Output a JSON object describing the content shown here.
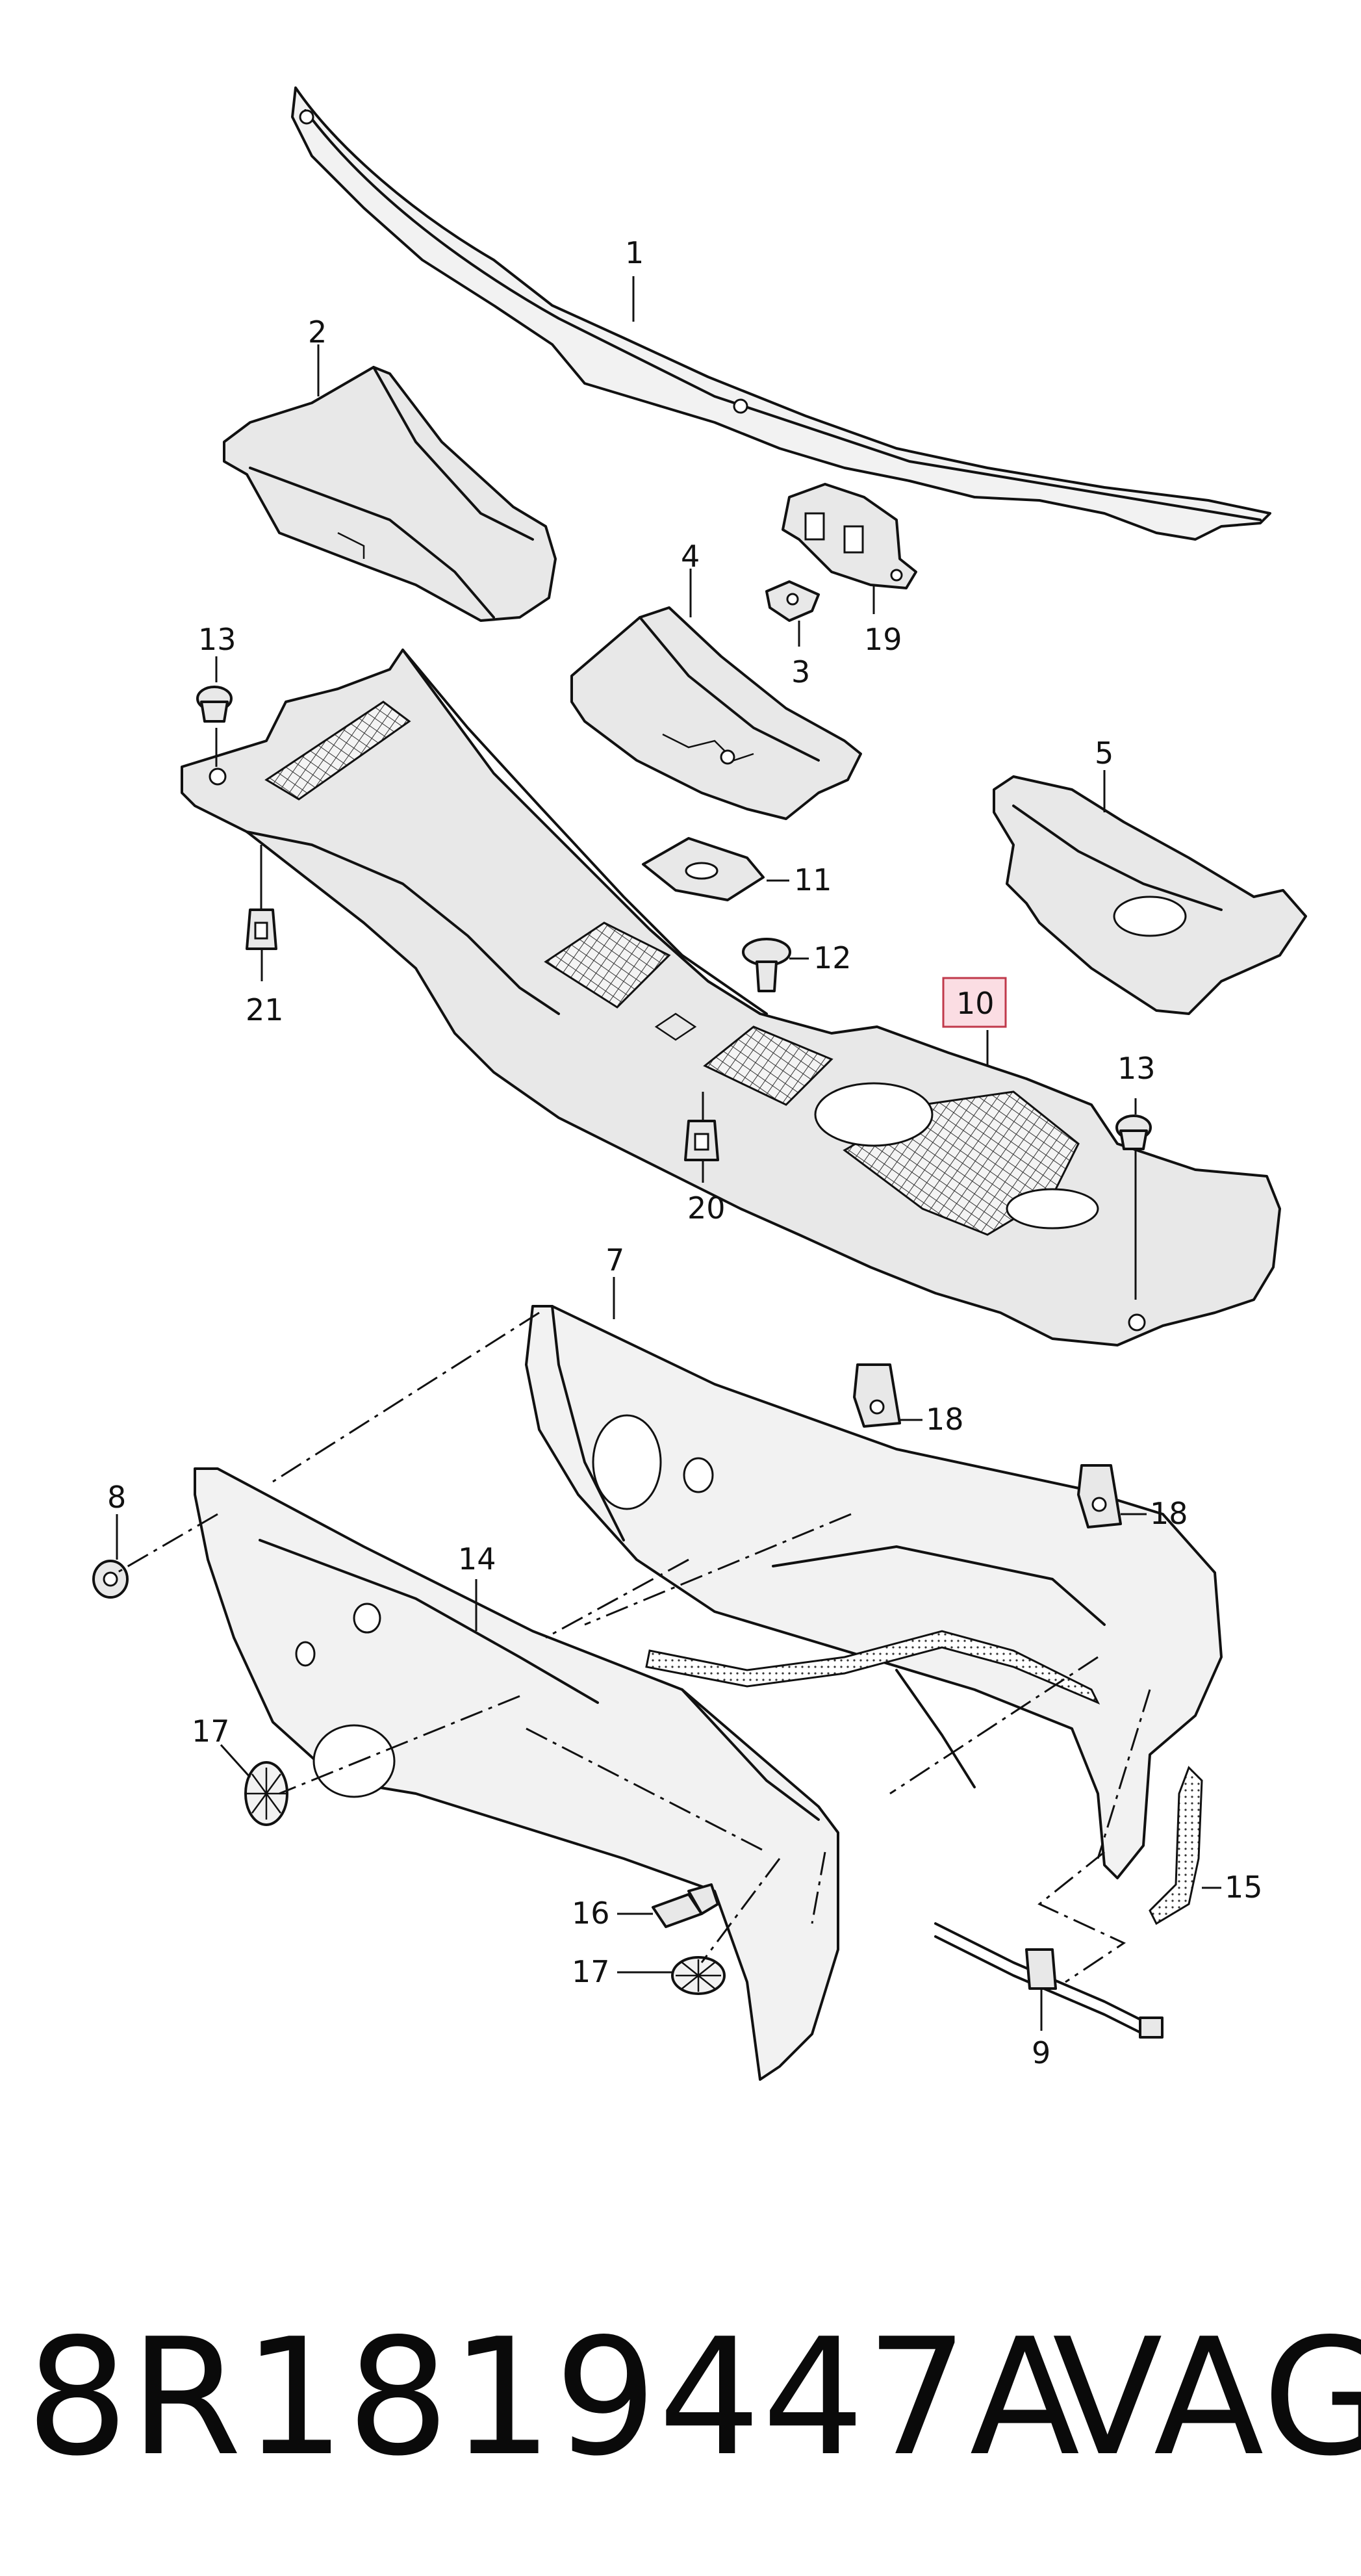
{
  "diagram": {
    "callouts": {
      "c1": "1",
      "c2": "2",
      "c3": "3",
      "c4": "4",
      "c5": "5",
      "c7": "7",
      "c8": "8",
      "c9": "9",
      "c10": "10",
      "c11": "11",
      "c12": "12",
      "c13a": "13",
      "c13b": "13",
      "c14": "14",
      "c15": "15",
      "c16": "16",
      "c17a": "17",
      "c17b": "17",
      "c18a": "18",
      "c18b": "18",
      "c19": "19",
      "c20": "20",
      "c21": "21"
    },
    "highlighted_callout": "10",
    "highlight_color": "#fbdde3"
  },
  "footer": {
    "part_number": "8R1819447A",
    "brand": "VAG"
  }
}
